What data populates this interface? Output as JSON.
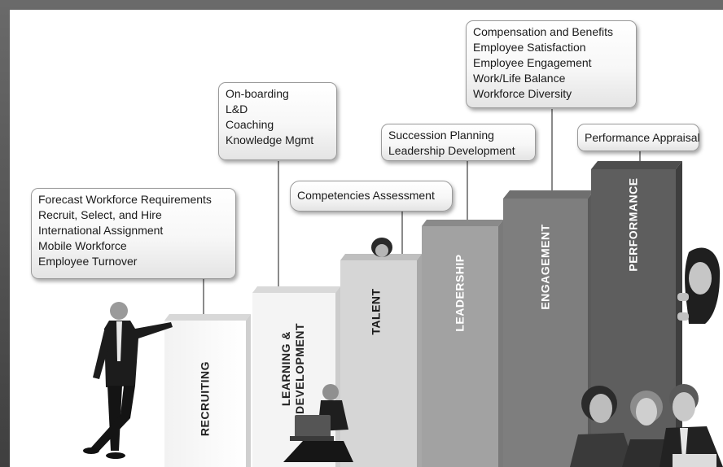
{
  "pillars": [
    {
      "label": "RECRUITING"
    },
    {
      "label_lines": [
        "LEARNING &",
        "DEVELOPMENT"
      ]
    },
    {
      "label": "TALENT"
    },
    {
      "label": "LEADERSHIP"
    },
    {
      "label": "ENGAGEMENT"
    },
    {
      "label": "PERFORMANCE"
    }
  ],
  "callouts": {
    "recruiting": [
      "Forecast Workforce Requirements",
      "Recruit, Select, and Hire",
      "International Assignment",
      "Mobile Workforce",
      "Employee Turnover"
    ],
    "learning": [
      "On-boarding",
      "L&D",
      "Coaching",
      "Knowledge Mgmt"
    ],
    "talent": [
      "Competencies Assessment"
    ],
    "leadership": [
      "Succession Planning",
      "Leadership Development"
    ],
    "engagement": [
      "Compensation and Benefits",
      "Employee Satisfaction",
      "Employee Engagement",
      "Work/Life Balance",
      "Workforce Diversity"
    ],
    "performance": [
      "Performance Appraisal"
    ]
  }
}
